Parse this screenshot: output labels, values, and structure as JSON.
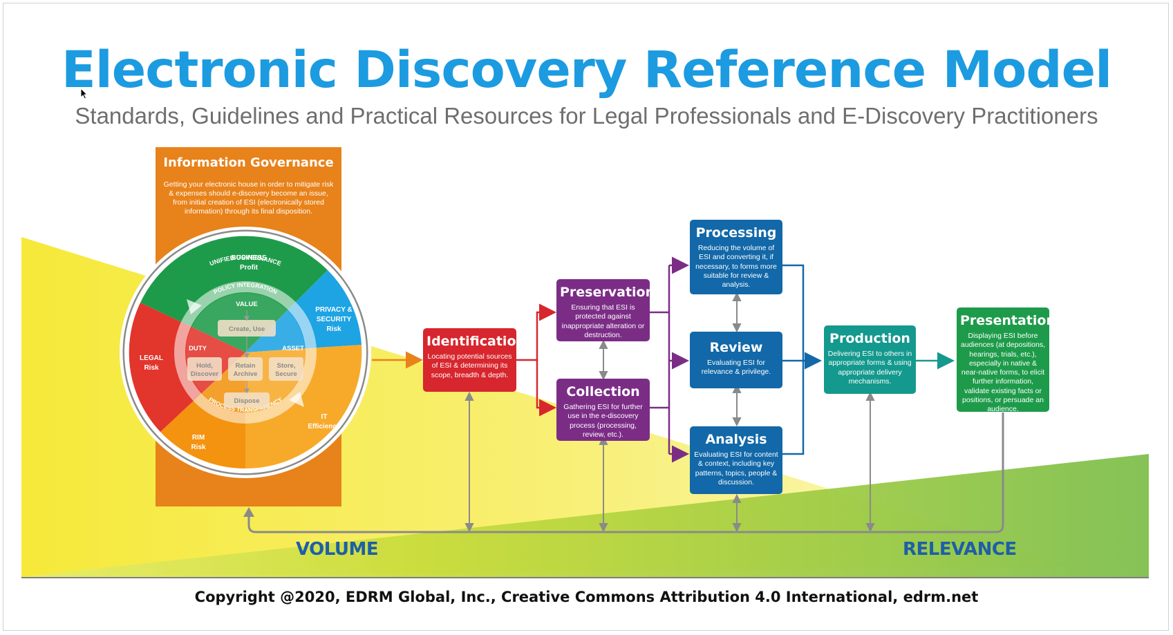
{
  "header": {
    "title": "Electronic Discovery Reference Model",
    "subtitle": "Standards, Guidelines and Practical Resources for Legal Professionals and E-Discovery Practitioners"
  },
  "information_governance": {
    "title": "Information  Governance",
    "description": "Getting your electronic house in order to mitigate risk & expenses should e-discovery become an issue, from initial creation of ESI (electronically stored information) through its final disposition.",
    "ring_labels": {
      "outer": "UNIFIED GOVERNANCE",
      "policy": "POLICY INTEGRATION",
      "process": "PROCESS TRANSPARENCY"
    },
    "segments": {
      "business": "BUSINESS",
      "business_sub": "Profit",
      "privacy": "PRIVACY &",
      "privacy2": "SECURITY",
      "privacy_sub": "Risk",
      "legal": "LEGAL",
      "legal_sub": "Risk",
      "rim": "RIM",
      "rim_sub": "Risk",
      "it": "IT",
      "it_sub": "Efficiency"
    },
    "inner": {
      "value": "VALUE",
      "duty": "DUTY",
      "asset": "ASSET",
      "create_use": "Create, Use",
      "hold_1": "Hold,",
      "hold_2": "Discover",
      "retain_1": "Retain",
      "retain_2": "Archive",
      "store_1": "Store,",
      "store_2": "Secure",
      "dispose": "Dispose"
    }
  },
  "steps": {
    "identification": {
      "title": "Identification",
      "desc": "Locating potential sources of ESI & determining its scope, breadth & depth."
    },
    "preservation": {
      "title": "Preservation",
      "desc": "Ensuring that ESI is protected against inappropriate alteration or destruction."
    },
    "collection": {
      "title": "Collection",
      "desc": "Gathering ESI for further use in the e-discovery process (processing, review, etc.)."
    },
    "processing": {
      "title": "Processing",
      "desc": "Reducing the volume of ESI and converting it, if necessary, to forms more suitable for review & analysis."
    },
    "review": {
      "title": "Review",
      "desc": "Evaluating ESI for relevance & privilege."
    },
    "analysis": {
      "title": "Analysis",
      "desc": "Evaluating ESI for content & context, including key patterns, topics, people & discussion."
    },
    "production": {
      "title": "Production",
      "desc": "Delivering ESI to others in appropriate forms & using appropriate delivery mechanisms."
    },
    "presentation": {
      "title": "Presentation",
      "desc": "Displaying ESI before audiences (at depositions, hearings, trials, etc.), especially in native & near-native forms, to elicit further information, validate existing facts or positions, or persuade an audience."
    }
  },
  "axis": {
    "volume": "VOLUME",
    "relevance": "RELEVANCE"
  },
  "footer": {
    "copyright": "Copyright @2020, EDRM Global, Inc., Creative Commons Attribution 4.0 International, edrm.net"
  },
  "colors": {
    "title": "#1c9be0",
    "identification": "#d7262d",
    "preservation_collection": "#7b2d86",
    "processing_review_analysis": "#1268a8",
    "production": "#14998e",
    "presentation": "#1e9b4a",
    "information_governance": "#e8821a"
  }
}
